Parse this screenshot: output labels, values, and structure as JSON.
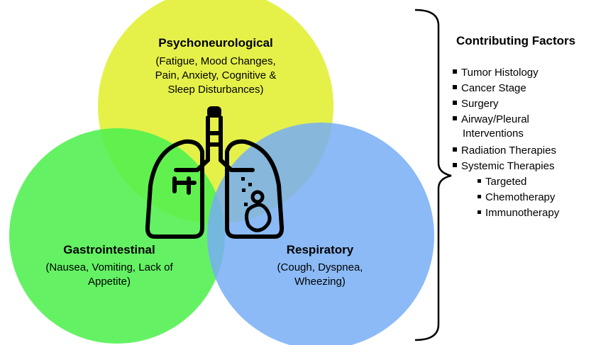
{
  "circles": {
    "psych": {
      "title": "Psychoneurological",
      "lines": [
        "(Fatigue, Mood Changes,",
        "Pain, Anxiety, Cognitive &",
        "Sleep Disturbances)"
      ],
      "color": "#e3f03a"
    },
    "gi": {
      "title": "Gastrointestinal",
      "lines": [
        "(Nausea, Vomiting, Lack of",
        "Appetite)"
      ],
      "color": "#4ef04e"
    },
    "resp": {
      "title": "Respiratory",
      "lines": [
        "(Cough, Dyspnea,",
        "Wheezing)"
      ],
      "color": "#77aef4"
    }
  },
  "factors": {
    "title": "Contributing Factors",
    "items": [
      "Tumor Histology",
      "Cancer Stage",
      "Surgery",
      "Airway/Pleural",
      "Interventions",
      "Radiation Therapies",
      "Systemic Therapies"
    ],
    "subitems": [
      "Targeted",
      "Chemotherapy",
      "Immunotherapy"
    ]
  },
  "icons": {
    "center": "lungs-with-tumor-icon",
    "brace": "curly-brace-icon"
  }
}
